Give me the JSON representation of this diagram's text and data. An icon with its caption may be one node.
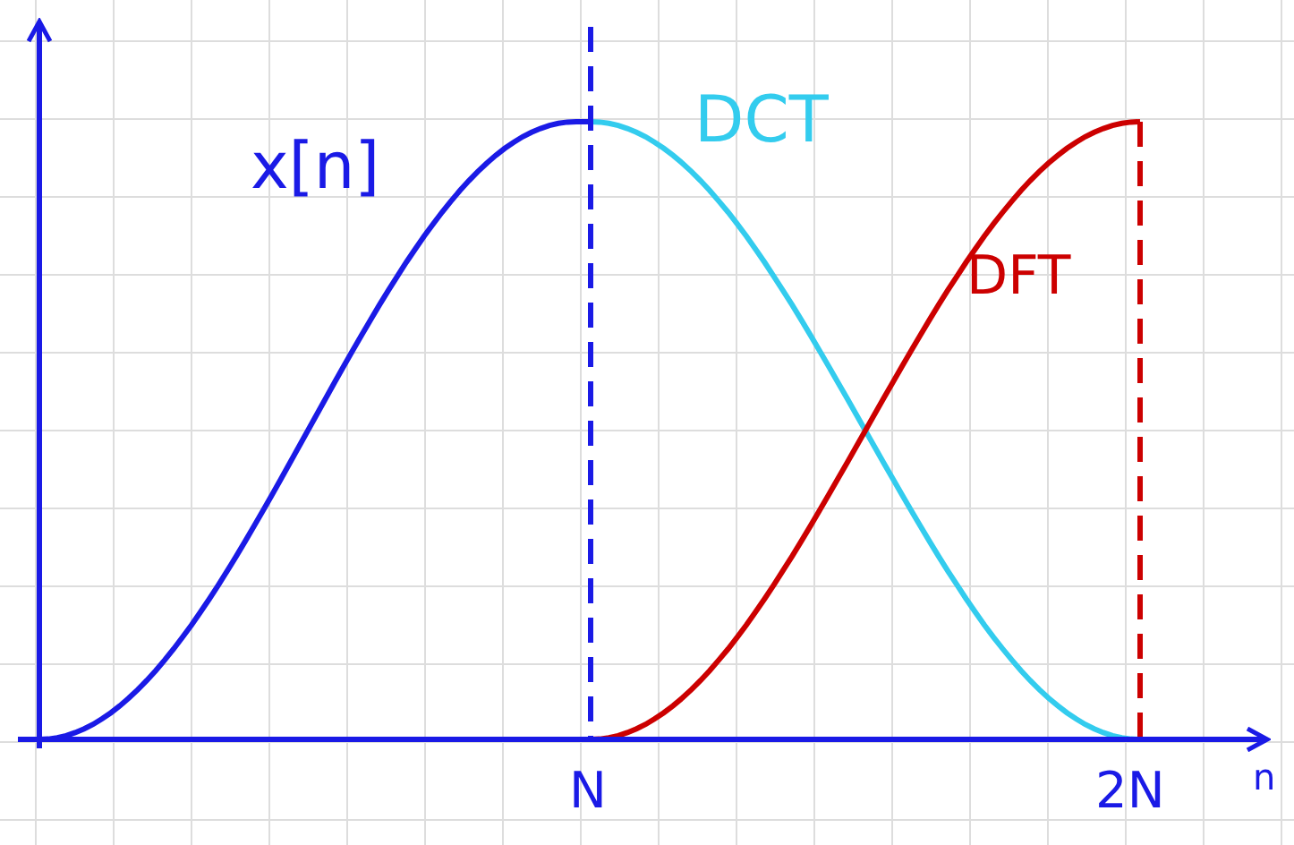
{
  "diagram": {
    "labels": [
      "x[n]",
      "DCT",
      "DFT",
      "N",
      "2N",
      "n"
    ]
  }
}
